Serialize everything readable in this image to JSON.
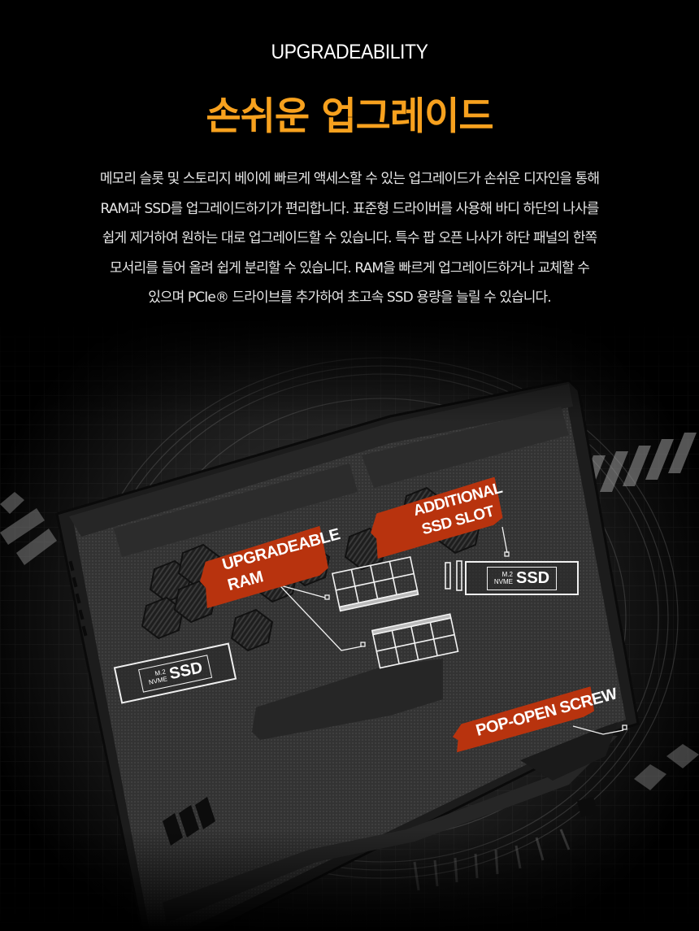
{
  "header": {
    "eyebrow": "UPGRADEABILITY",
    "title": "손쉬운 업그레이드",
    "title_color": "#f7a11e"
  },
  "description": {
    "lines": [
      "메모리 슬롯 및 스토리지 베이에 빠르게 액세스할 수 있는 업그레이드가 손쉬운 디자인을 통해",
      "RAM과 SSD를 업그레이드하기가 편리합니다. 표준형 드라이버를 사용해 바디 하단의 나사를",
      "쉽게 제거하여 원하는 대로 업그레이드할 수 있습니다. 특수 팝 오픈 나사가 하단 패널의 한쪽",
      "모서리를 들어 올려 쉽게 분리할 수 있습니다. RAM을 빠르게 업그레이드하거나 교체할 수",
      "있으며 PCIe® 드라이브를 추가하여 초고속 SSD 용량을 늘릴 수 있습니다."
    ]
  },
  "illustration": {
    "callouts": {
      "upgradeable_ram": {
        "line1": "UPGRADEABLE",
        "line2": "RAM"
      },
      "additional_ssd": {
        "line1": "ADDITIONAL",
        "line2": "SSD SLOT"
      },
      "pop_open_screw": {
        "line1": "POP-OPEN SCREW"
      }
    },
    "ssd_left": {
      "small_top": "M.2",
      "small_bottom": "NVME",
      "big": "SSD"
    },
    "ssd_right": {
      "small_top": "M.2",
      "small_bottom": "NVME",
      "big": "SSD"
    },
    "accent_color": "#b8330e"
  }
}
